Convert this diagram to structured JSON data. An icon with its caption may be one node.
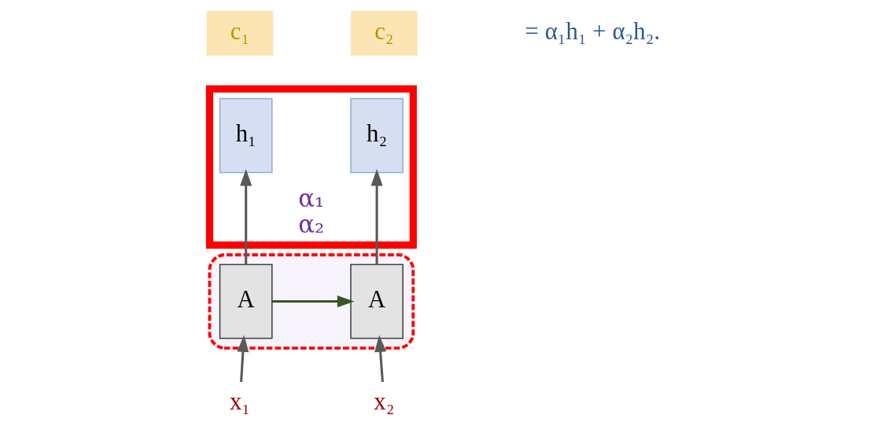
{
  "diagram": {
    "nodes": [
      {
        "text": [
          "c₁"
        ]
      },
      {
        "text": [
          "c₂"
        ]
      },
      {
        "text": [],
        "shape": "box"
      },
      {
        "text": [
          "α₁",
          "α₂"
        ]
      },
      {
        "text": [
          "h₁"
        ],
        "in": 3
      },
      {
        "text": [
          "h₂"
        ],
        "in": 3
      },
      {
        "text": [
          "A"
        ],
        "in": 2
      },
      {
        "text": [
          "A"
        ],
        "in": 2
      },
      {
        "text": [
          "x₁"
        ]
      },
      {
        "text": [
          "x₂"
        ]
      }
    ],
    "edges": [
      {
        "from": 8,
        "to": 6,
        "arrow": "to"
      },
      {
        "from": 9,
        "to": 7,
        "arrow": "to"
      },
      {
        "from": 6,
        "to": 4,
        "arrow": "to"
      },
      {
        "from": 7,
        "to": 5,
        "arrow": "to"
      },
      {
        "from": 6,
        "to": 7,
        "arrow": "to",
        "color": "#375623"
      }
    ],
    "labels": [
      "= α₁h₁ + α₂h₂."
    ]
  }
}
